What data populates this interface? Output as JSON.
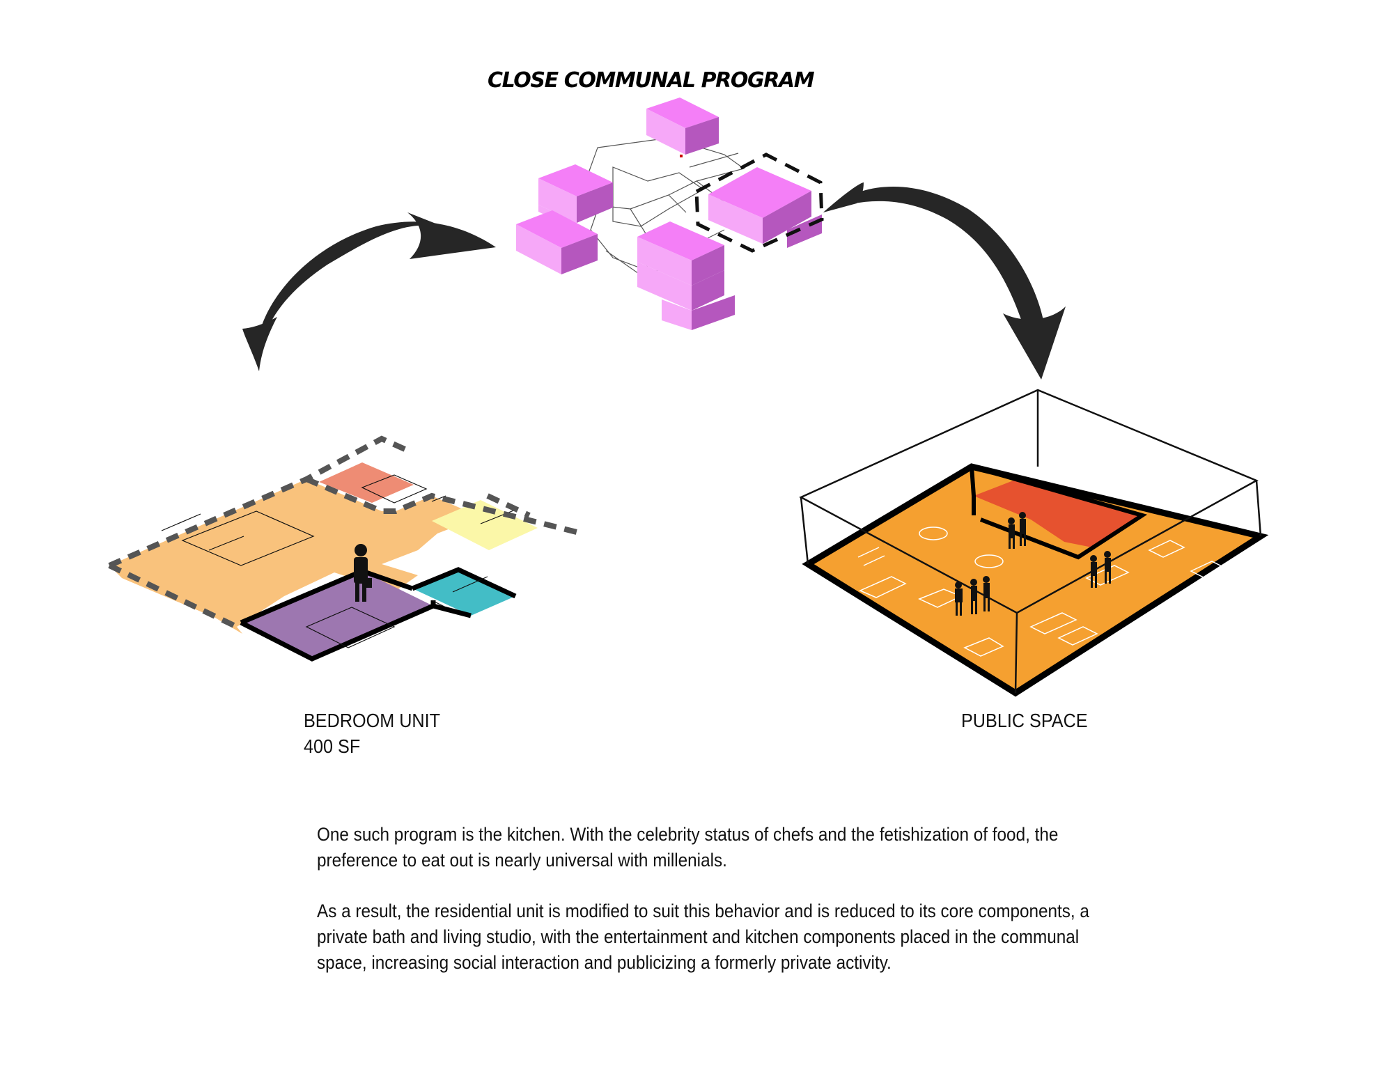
{
  "title": "CLOSE COMMUNAL PROGRAM",
  "bedroom_unit": {
    "label": "BEDROOM UNIT",
    "area": "400 SF"
  },
  "public_space": {
    "label": "PUBLIC SPACE"
  },
  "caption": {
    "paragraph_1": "One such program is the kitchen. With the celebrity status of chefs and the fetishization of food, the preference to eat out is nearly universal with millenials.",
    "paragraph_2": "As a result, the residential unit is modified to suit this behavior and is reduced to its core components, a private bath and living studio, with the entertainment and kitchen components placed in the communal space, increasing social interaction and publicizing a formerly private activity."
  },
  "colors": {
    "communal_block": "#f47ff7",
    "communal_block_side": "#b557be",
    "living_area": "#f9c27c",
    "kitchen": "#ee8c74",
    "bathroom_yellow": "#fbf7a8",
    "bedroom": "#9d77b0",
    "bath_teal": "#43bdc6",
    "public_floor": "#f5a030",
    "public_kitchen": "#e6522f"
  }
}
